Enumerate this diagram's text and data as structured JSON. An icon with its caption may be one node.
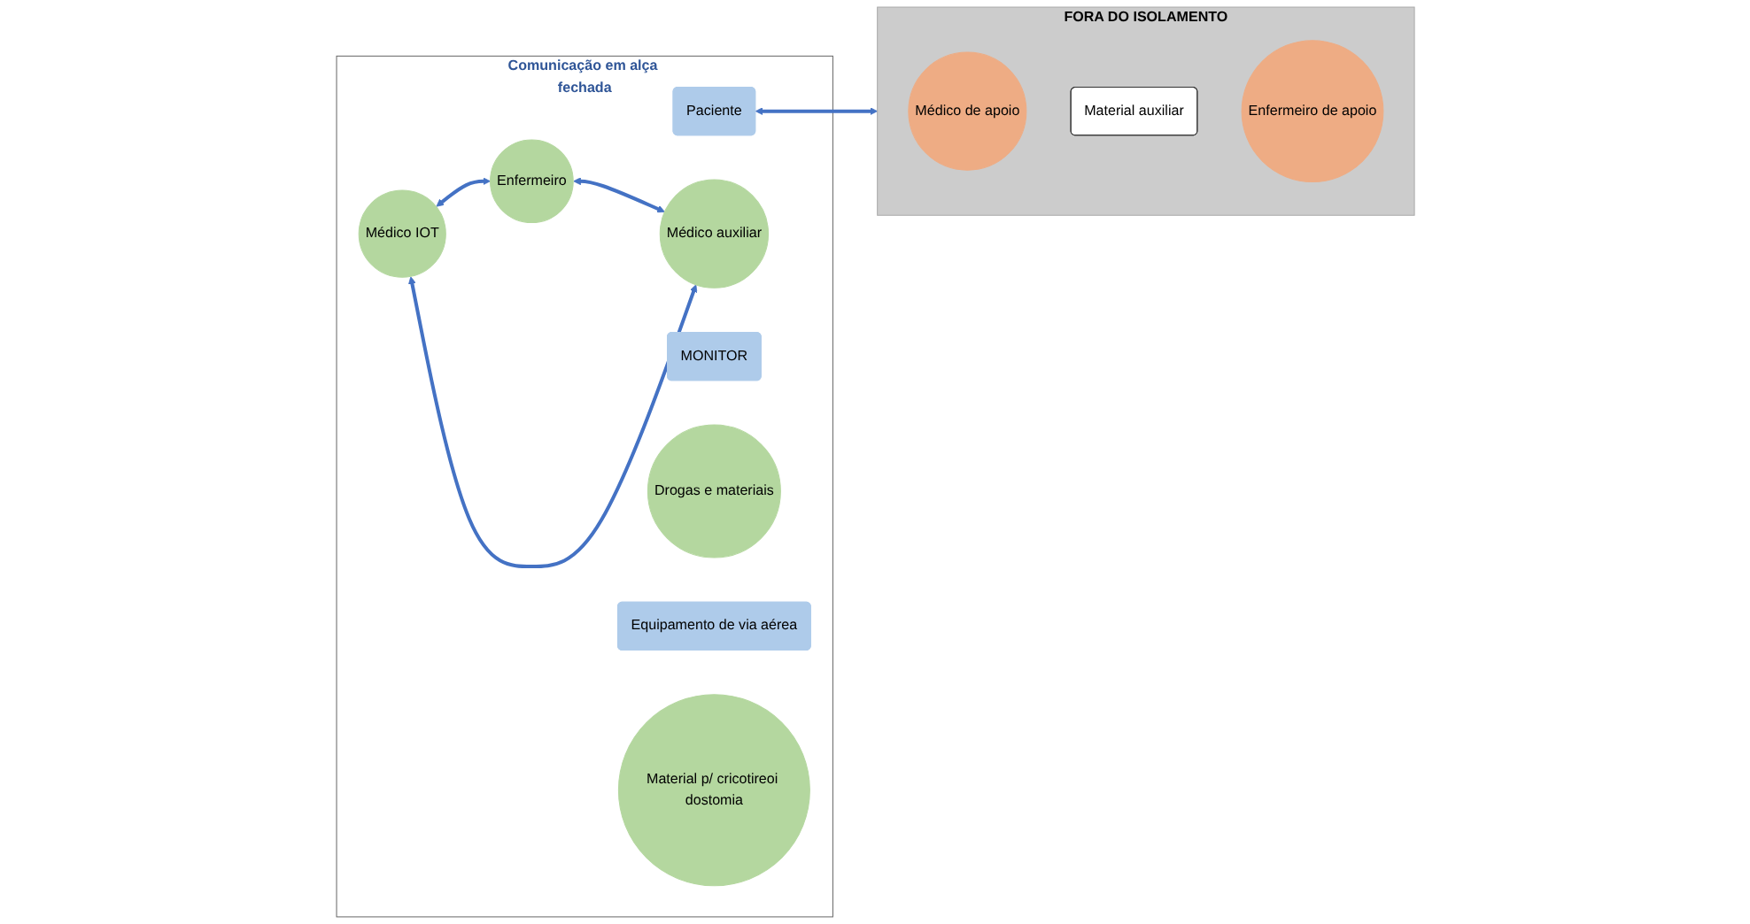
{
  "diagram": {
    "nodes": [
      {
        "text": [
          "Comunicação em alça fechada"
        ]
      },
      {
        "text": [
          "MONITOR"
        ],
        "in": 0
      },
      {
        "text": [
          "Enfermeiro"
        ],
        "in": 0
      },
      {
        "text": [
          "Drogas e materiais"
        ],
        "in": 0
      },
      {
        "text": [
          "Médico IOT"
        ],
        "in": 0
      },
      {
        "text": [
          "Paciente"
        ],
        "in": 0
      },
      {
        "text": [
          "Equipamento de via aérea"
        ],
        "in": 0
      },
      {
        "text": [
          "Médico auxiliar"
        ],
        "in": 0
      },
      {
        "text": [
          "Material p/ cricotireoi dostomia"
        ],
        "in": 0
      },
      {
        "text": [
          "FORA DO ISOLAMENTO"
        ]
      },
      {
        "text": [
          "Médico de apoio"
        ],
        "in": 9
      },
      {
        "text": [
          "Material auxiliar"
        ],
        "in": 9
      },
      {
        "text": [
          "Enfermeiro de apoio"
        ],
        "in": 9
      }
    ],
    "edges": [
      {
        "from": 4,
        "to": 2,
        "arrow": "both"
      },
      {
        "from": 2,
        "to": 7,
        "arrow": "both"
      },
      {
        "from": 4,
        "to": 7,
        "arrow": "both"
      },
      {
        "from": 5,
        "to": 9,
        "arrow": "both"
      }
    ]
  }
}
